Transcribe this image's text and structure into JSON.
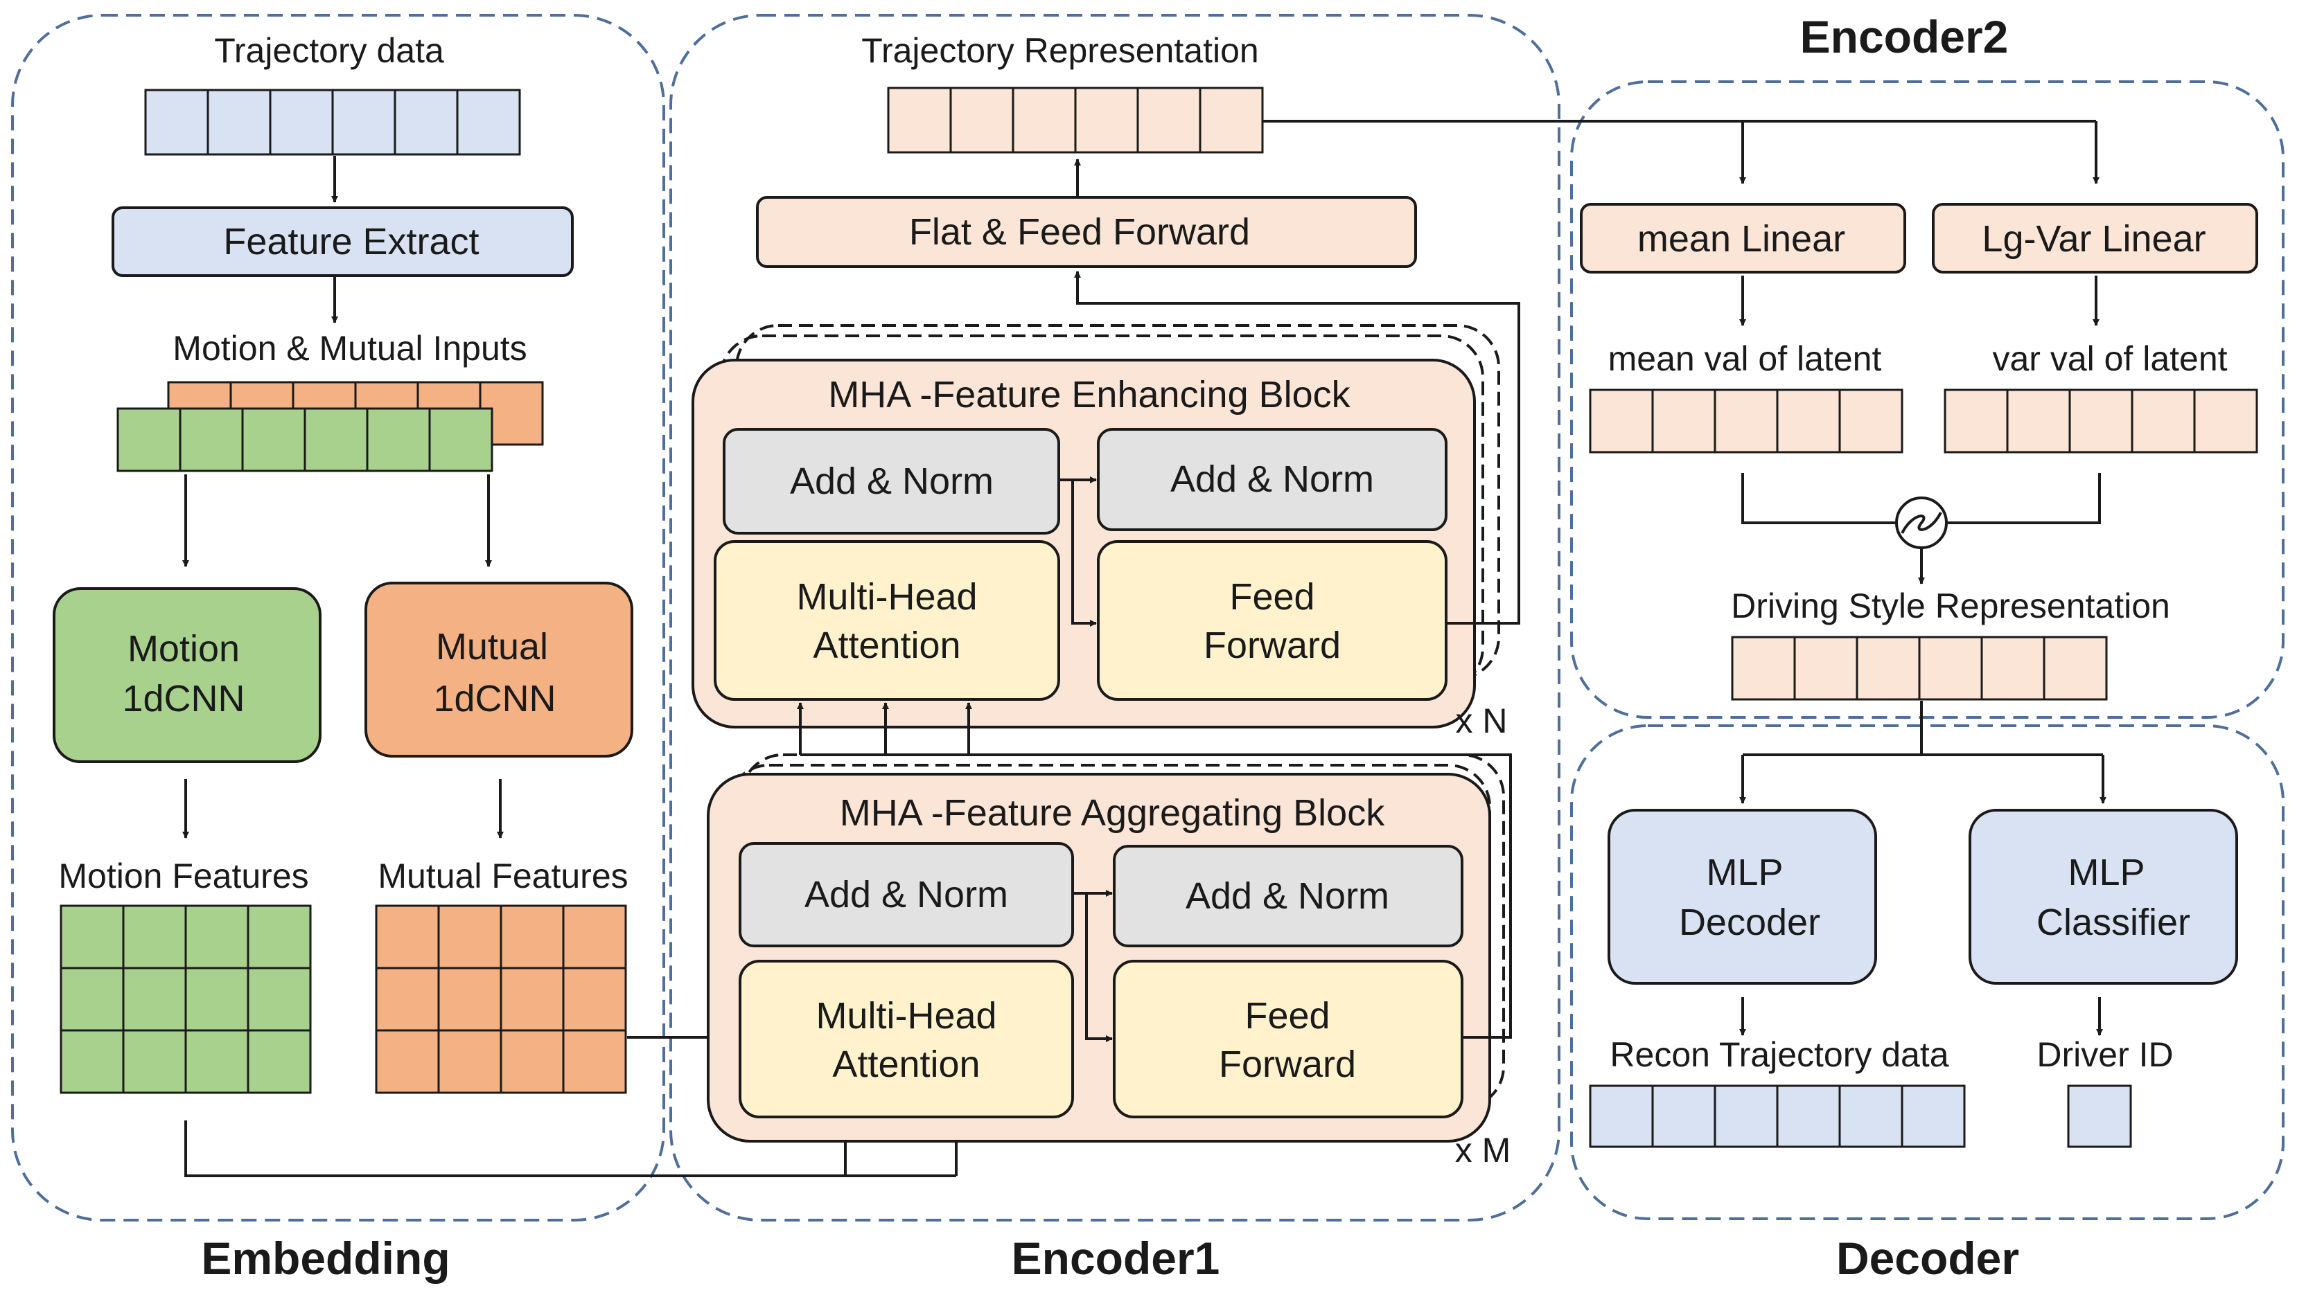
{
  "sections": {
    "embedding": "Embedding",
    "encoder1": "Encoder1",
    "encoder2": "Encoder2",
    "decoder": "Decoder"
  },
  "embedding": {
    "trajectory_data": "Trajectory data",
    "feature_extract": "Feature Extract",
    "motion_mutual_inputs": "Motion & Mutual Inputs",
    "motion_cnn_line1": "Motion",
    "motion_cnn_line2": "1dCNN",
    "mutual_cnn_line1": "Mutual",
    "mutual_cnn_line2": "1dCNN",
    "motion_features": "Motion Features",
    "mutual_features": "Mutual Features"
  },
  "encoder1": {
    "trajectory_representation": "Trajectory Representation",
    "flat_feed_forward": "Flat & Feed Forward",
    "enhancing_block": {
      "title": "MHA -Feature Enhancing Block",
      "add_norm_1": "Add & Norm",
      "add_norm_2": "Add & Norm",
      "mha_line1": "Multi-Head",
      "mha_line2": "Attention",
      "ff_line1": "Feed",
      "ff_line2": "Forward",
      "repeat": "x N"
    },
    "aggregating_block": {
      "title": "MHA -Feature Aggregating Block",
      "add_norm_1": "Add & Norm",
      "add_norm_2": "Add & Norm",
      "mha_line1": "Multi-Head",
      "mha_line2": "Attention",
      "ff_line1": "Feed",
      "ff_line2": "Forward",
      "repeat": "x M"
    }
  },
  "encoder2": {
    "mean_linear": "mean Linear",
    "lgvar_linear": "Lg-Var Linear",
    "mean_val": "mean val of latent",
    "var_val": "var val of latent",
    "driving_style": "Driving Style Representation"
  },
  "decoder": {
    "mlp_decoder_line1": "MLP",
    "mlp_decoder_line2": "Decoder",
    "mlp_classifier_line1": "MLP",
    "mlp_classifier_line2": "Classifier",
    "recon": "Recon Trajectory data",
    "driver_id": "Driver ID"
  },
  "colors": {
    "blue_fill": "#d9e2f3",
    "green_fill": "#a9d18e",
    "orange_fill": "#f4b183",
    "peach_fill": "#fbe5d6",
    "yellow_fill": "#fff2cc",
    "grey_fill": "#e2e2e2",
    "section_border": "#4e6e9b"
  }
}
